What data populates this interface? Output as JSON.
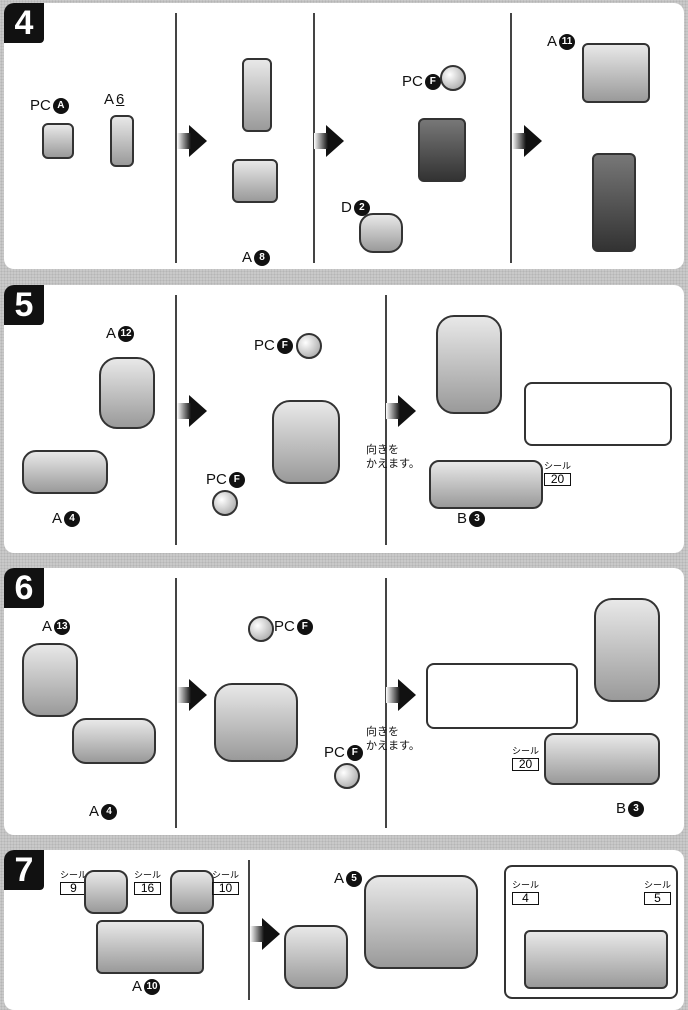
{
  "steps": [
    {
      "number": "4",
      "labels": {
        "pc_a": "PC",
        "pc_a_num": "A",
        "a6": "A",
        "a6_num": "6",
        "a8": "A",
        "a8_num": "8",
        "pc_f": "PC",
        "pc_f_num": "F",
        "d2": "D",
        "d2_num": "2",
        "a11": "A",
        "a11_num": "11"
      }
    },
    {
      "number": "5",
      "labels": {
        "a12": "A",
        "a12_num": "12",
        "a4": "A",
        "a4_num": "4",
        "pc_f1": "PC",
        "pc_f1_num": "F",
        "pc_f2": "PC",
        "pc_f2_num": "F",
        "note_line1": "向きを",
        "note_line2": "かえます。",
        "seal_label": "シール",
        "seal_num": "20",
        "b3": "B",
        "b3_num": "3"
      }
    },
    {
      "number": "6",
      "labels": {
        "a13": "A",
        "a13_num": "13",
        "a4": "A",
        "a4_num": "4",
        "pc_f1": "PC",
        "pc_f1_num": "F",
        "pc_f2": "PC",
        "pc_f2_num": "F",
        "note_line1": "向きを",
        "note_line2": "かえます。",
        "seal_label": "シール",
        "seal_num": "20",
        "b3": "B",
        "b3_num": "3"
      }
    },
    {
      "number": "7",
      "labels": {
        "seal_label": "シール",
        "seal9": "9",
        "seal16": "16",
        "seal10": "10",
        "a10": "A",
        "a10_num": "10",
        "a5": "A",
        "a5_num": "5",
        "seal4": "4",
        "seal5": "5"
      }
    }
  ]
}
